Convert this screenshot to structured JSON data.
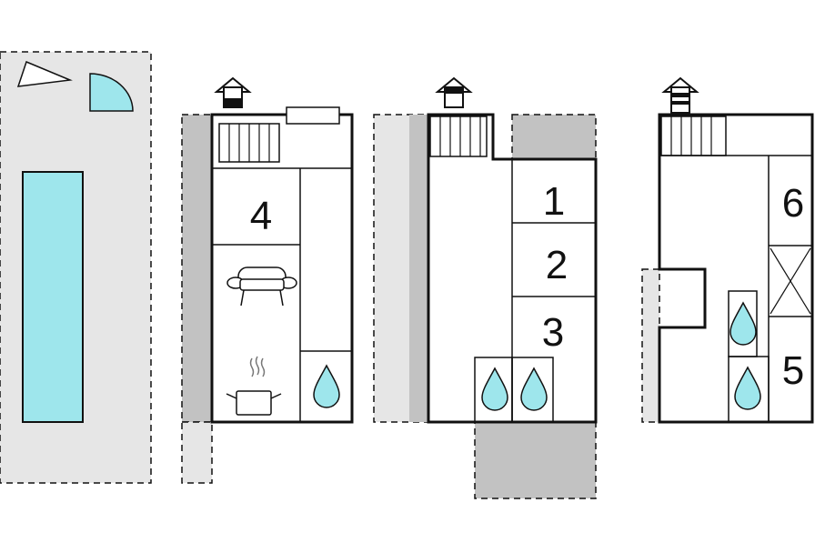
{
  "floorplan": {
    "colors": {
      "wall": "#111111",
      "outdoor_light": "#e6e6e6",
      "outdoor_dark": "#c2c2c2",
      "water": "#9ee6ec",
      "water_stroke": "#2a6f78",
      "floor": "#ffffff"
    },
    "rooms": [
      {
        "id": "room-4",
        "label": "4"
      },
      {
        "id": "room-1",
        "label": "1"
      },
      {
        "id": "room-2",
        "label": "2"
      },
      {
        "id": "room-3",
        "label": "3"
      },
      {
        "id": "room-6",
        "label": "6"
      },
      {
        "id": "room-5",
        "label": "5"
      }
    ],
    "icons": [
      "pool-icon",
      "sunlounger-icon",
      "door-icon",
      "stairs-icon",
      "sofa-icon",
      "cooking-pot-icon",
      "water-drop-icon",
      "house-floor-indicator-icon",
      "void-cross-icon"
    ],
    "floor_indicators": [
      {
        "id": "level-1",
        "marked_level": "ground"
      },
      {
        "id": "level-2",
        "marked_level": "first"
      },
      {
        "id": "level-3",
        "marked_level": "second"
      }
    ]
  }
}
